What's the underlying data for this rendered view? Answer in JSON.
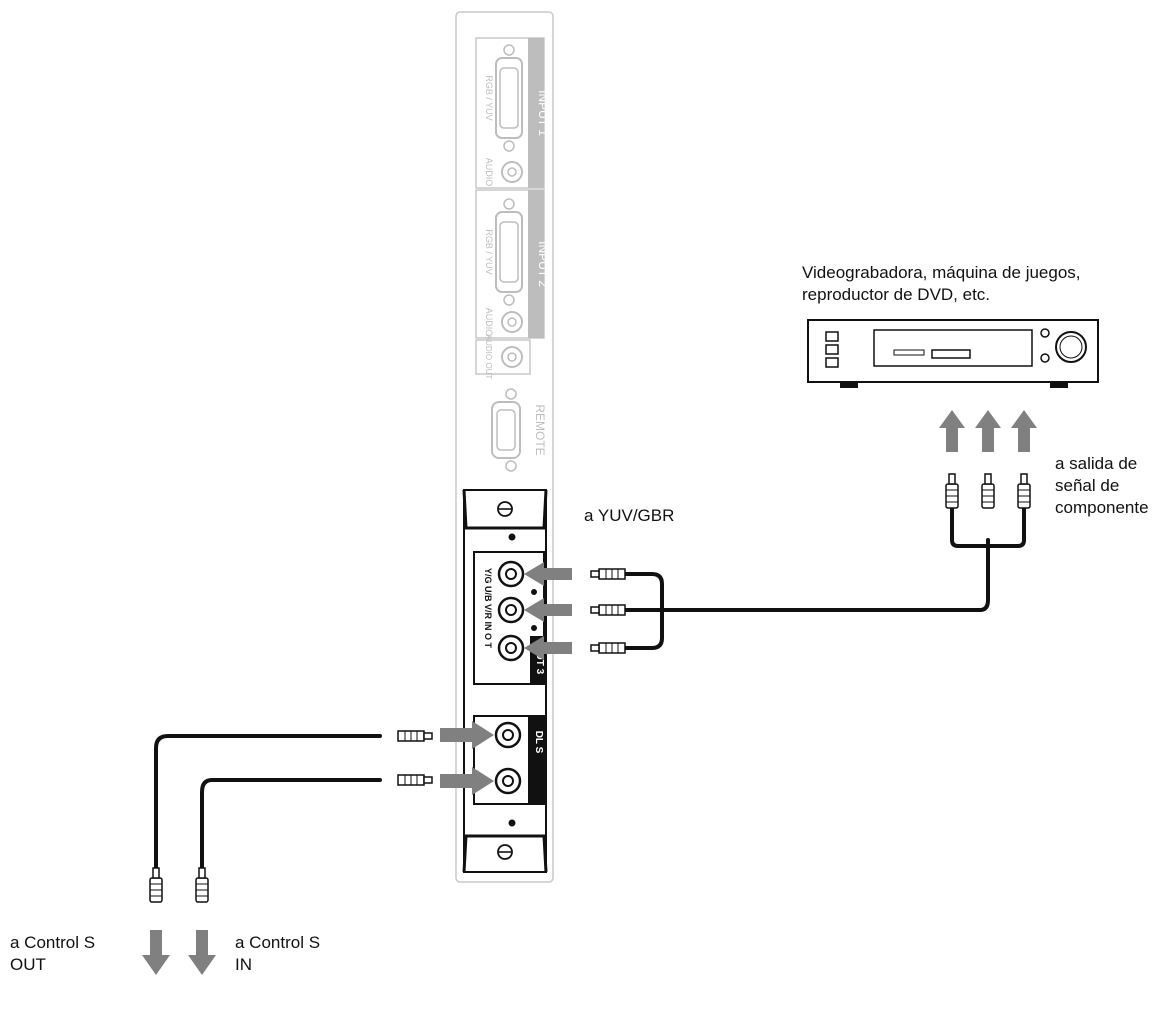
{
  "panel": {
    "input1_label": "INPUT 1",
    "input2_label": "INPUT 2",
    "rgb_yuv_label": "RGB / YUV",
    "audio_label": "AUDIO",
    "audio_out_label": "AUDIO OUT",
    "remote_label": "REMOTE",
    "input3_label": "Y/G U/B V/R IN  O  T",
    "input3_tab": "PUT 3",
    "control_s_tab": "DL S"
  },
  "device": {
    "caption_line1": "Videograbadora, máquina de juegos,",
    "caption_line2": "reproductor de DVD, etc."
  },
  "labels": {
    "yuv_gbr": "a YUV/GBR",
    "component_out": "a salida de\nseñal de\ncomponente",
    "control_s_out": "a Control S\nOUT",
    "control_s_in": "a Control S\nIN"
  },
  "colors": {
    "panel_outline": "#c8c8c8",
    "dim_connector": "#bdbdbd",
    "arrow": "#808080",
    "cable": "#111111"
  }
}
